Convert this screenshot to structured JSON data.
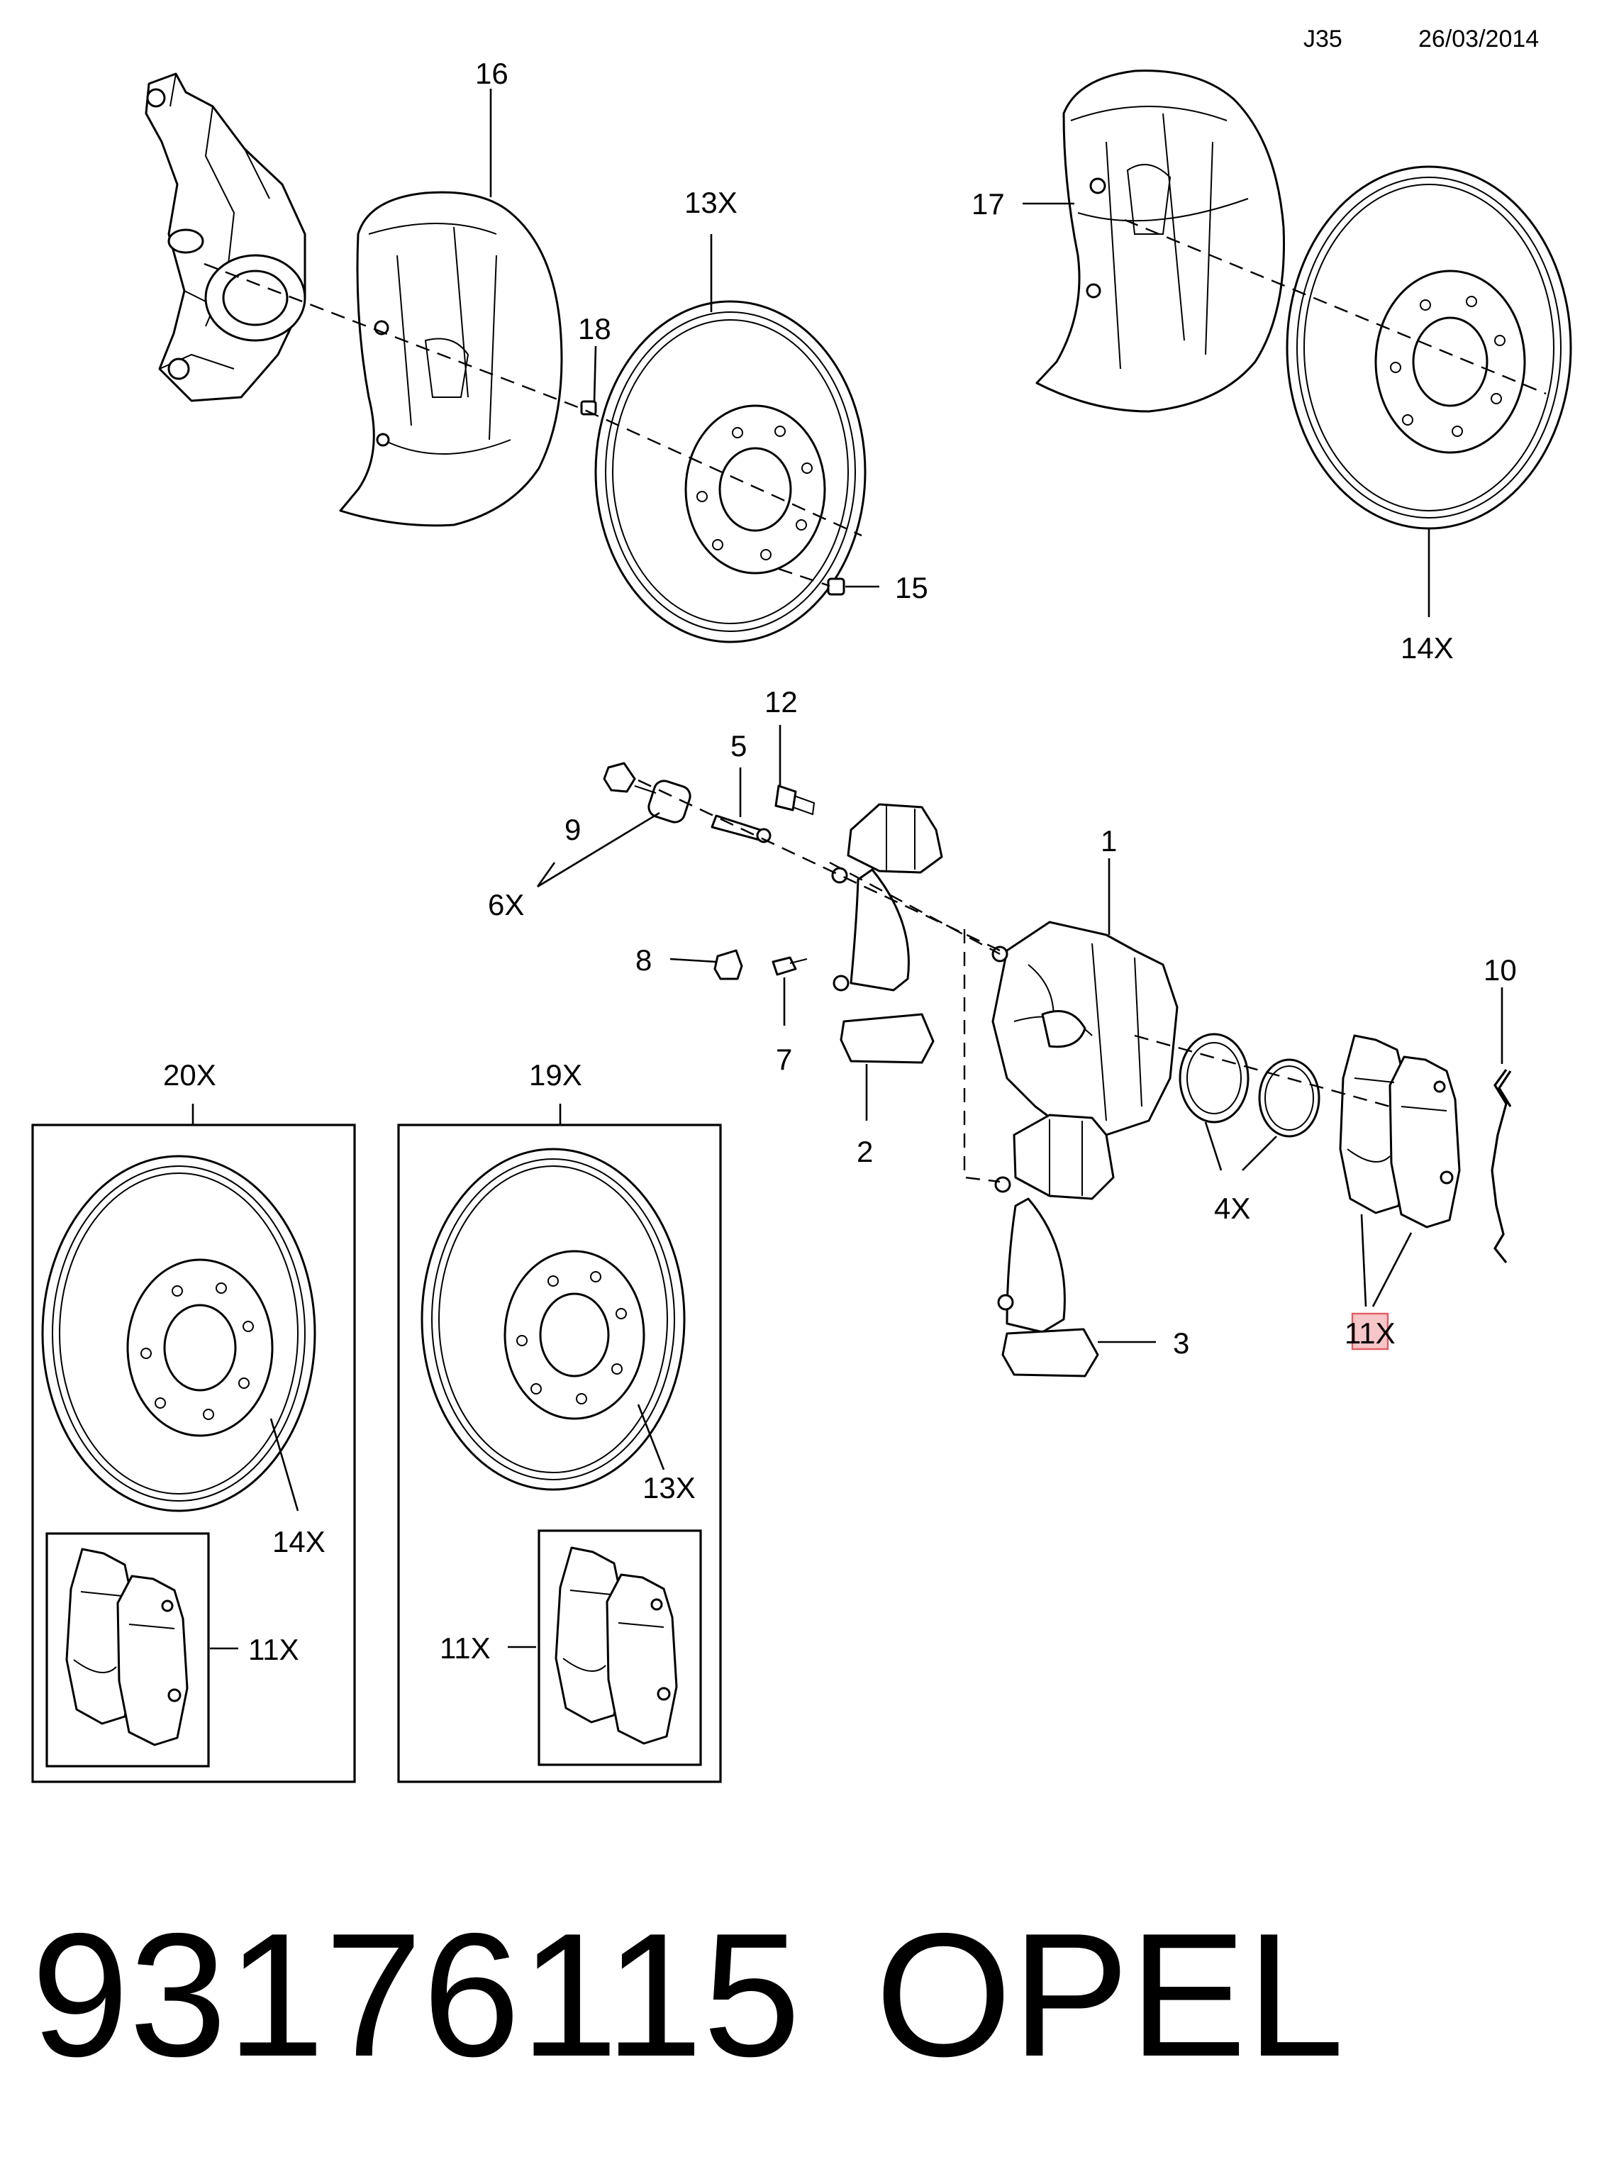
{
  "header": {
    "code": "J35",
    "date": "26/03/2014"
  },
  "callouts": {
    "c16": "16",
    "c13x_top": "13X",
    "c18": "18",
    "c15": "15",
    "c17": "17",
    "c14x_top": "14X",
    "c12": "12",
    "c5": "5",
    "c9": "9",
    "c6x": "6X",
    "c1": "1",
    "c8": "8",
    "c7": "7",
    "c2": "2",
    "c10": "10",
    "c4x": "4X",
    "c3": "3",
    "c11x": "11X"
  },
  "kits": {
    "kit_left": {
      "title": "20X",
      "disc_label": "14X",
      "pads_label": "11X"
    },
    "kit_right": {
      "title": "19X",
      "disc_label": "13X",
      "pads_label": "11X"
    }
  },
  "footer": {
    "part_number": "93176115",
    "brand": "OPEL"
  },
  "colors": {
    "highlight_fill": "#f7c6c8",
    "highlight_stroke": "#e25b63",
    "ink": "#000000"
  }
}
